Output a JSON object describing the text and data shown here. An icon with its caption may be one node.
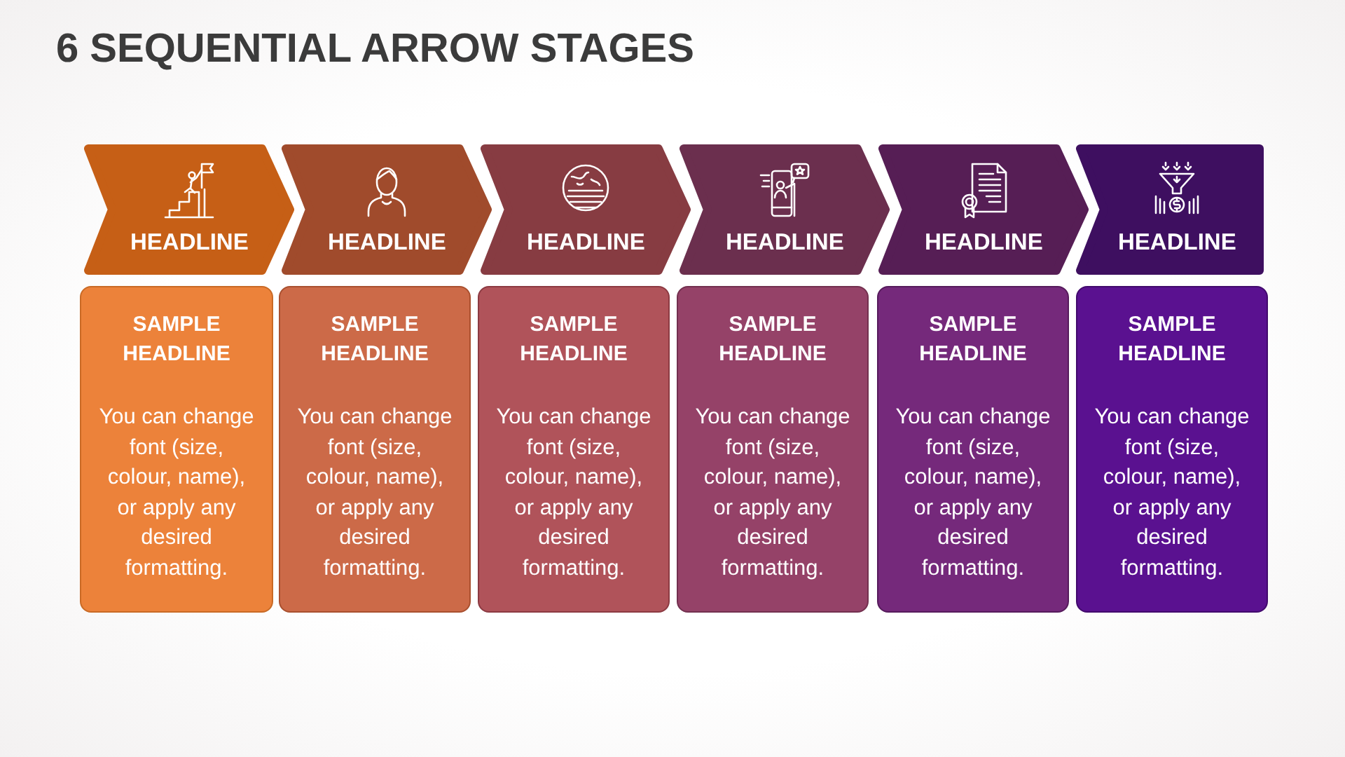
{
  "diagram": {
    "title": "6 SEQUENTIAL ARROW STAGES",
    "nodes": [
      {
        "text": [
          "HEADLINE"
        ]
      },
      {
        "text": [
          "HEADLINE"
        ]
      },
      {
        "text": [
          "HEADLINE"
        ]
      },
      {
        "text": [
          "HEADLINE"
        ]
      },
      {
        "text": [
          "HEADLINE"
        ]
      },
      {
        "text": [
          "HEADLINE"
        ]
      },
      {
        "text": [
          "SAMPLE HEADLINE",
          "You can change font (size, colour, name), or apply any desired formatting."
        ]
      },
      {
        "text": [
          "SAMPLE HEADLINE",
          "You can change font (size, colour, name), or apply any desired formatting."
        ]
      },
      {
        "text": [
          "SAMPLE HEADLINE",
          "You can change font (size, colour, name), or apply any desired formatting."
        ]
      },
      {
        "text": [
          "SAMPLE HEADLINE",
          "You can change font (size, colour, name), or apply any desired formatting."
        ]
      },
      {
        "text": [
          "SAMPLE HEADLINE",
          "You can change font (size, colour, name), or apply any desired formatting."
        ]
      },
      {
        "text": [
          "SAMPLE HEADLINE",
          "You can change font (size, colour, name), or apply any desired formatting."
        ]
      }
    ]
  }
}
